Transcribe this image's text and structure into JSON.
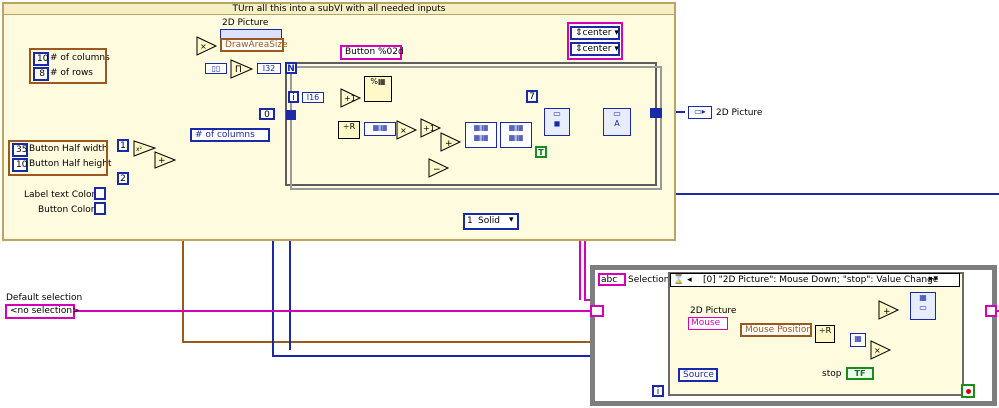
{
  "frame": {
    "title": "TUrn all this into a subVI with all needed inputs"
  },
  "inputs": {
    "columns": {
      "value": "10",
      "label": "# of columns"
    },
    "rows": {
      "value": "8",
      "label": "# of rows"
    },
    "half_width": {
      "value": "35",
      "label": "Button Half width"
    },
    "half_height": {
      "value": "10",
      "label": "Button Half height"
    },
    "label_color": {
      "label": "Label text Color"
    },
    "button_color": {
      "label": "Button Color"
    }
  },
  "nodes": {
    "picture_title": "2D Picture",
    "draw_area": "DrawAreaSize",
    "button_format": "Button %02d",
    "columns_local": "# of columns",
    "center_h": "center",
    "center_v": "center",
    "const_7": "7",
    "const_1": "1",
    "const_2": "2",
    "const_i16": "I16",
    "const_i32": "I32",
    "const_n": "N",
    "const_i": "i",
    "const_0": "0",
    "solid_value": "1",
    "solid_label": "Solid",
    "out_picture": "2D Picture",
    "true_const": "T"
  },
  "bottom": {
    "default_selection_label": "Default selection",
    "default_selection_value": "<no selection>",
    "selection_label": "Selection",
    "event_case": "[0] \"2D Picture\": Mouse Down;  \"stop\": Value Change",
    "event_picture": "2D Picture",
    "mouse": "Mouse",
    "mouse_position": "Mouse Position",
    "source": "Source",
    "stop": "stop",
    "tf": "TF",
    "loop_i": "i",
    "abc": "abc"
  },
  "colors": {
    "orange_wire": "#9b5a1d",
    "blue_wire": "#1a2aa6",
    "pink_wire": "#d400b8",
    "green_wire": "#1a8d1a",
    "frame_border": "#b9a560"
  }
}
